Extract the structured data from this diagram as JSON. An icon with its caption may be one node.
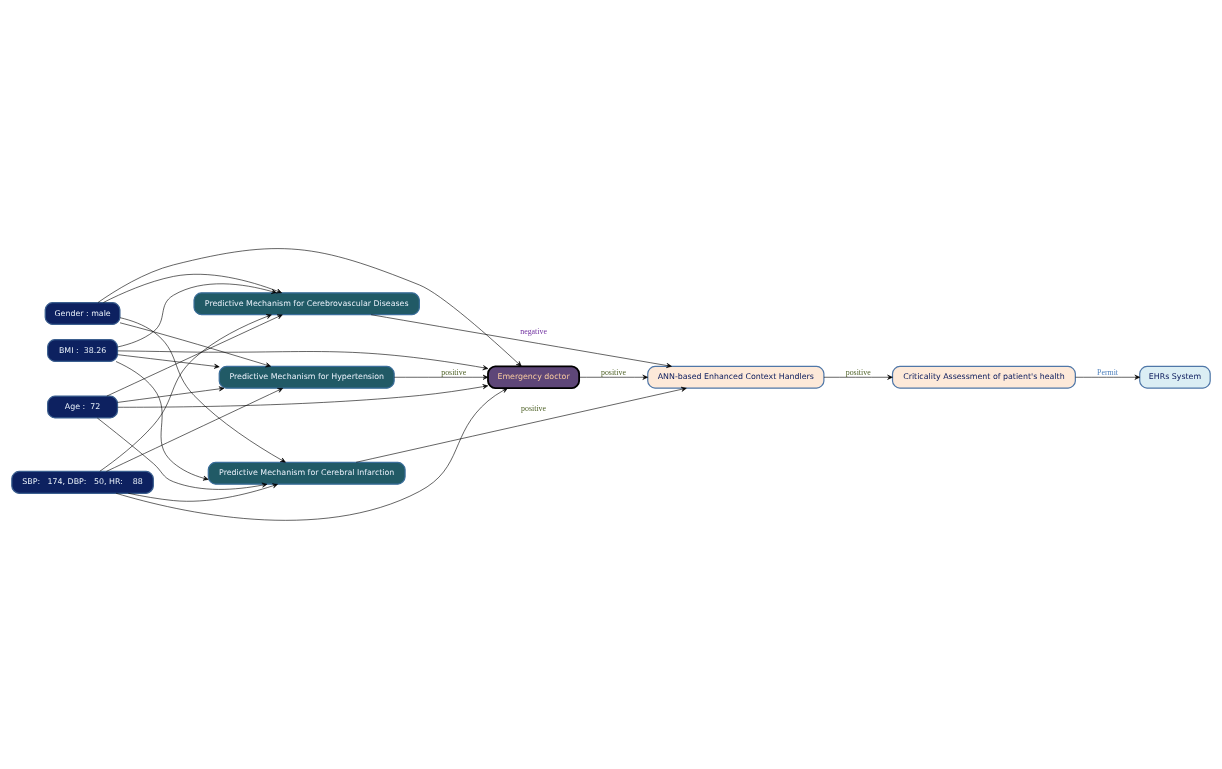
{
  "diagram": {
    "nodes": [
      {
        "text": [
          "SBP:   174, DBP:   50, HR:    88"
        ]
      },
      {
        "text": [
          "Age :  72"
        ]
      },
      {
        "text": [
          "BMI :  38.26"
        ]
      },
      {
        "text": [
          "Gender : male"
        ]
      },
      {
        "text": [
          "Predictive Mechanism for Hypertension"
        ]
      },
      {
        "text": [
          "Predictive Mechanism for Cerebral Infarction"
        ]
      },
      {
        "text": [
          "Predictive Mechanism for Cerebrovascular Diseases"
        ]
      },
      {
        "text": [
          "Emergency doctor"
        ]
      },
      {
        "text": [
          "ANN-based Enhanced Context Handlers"
        ]
      },
      {
        "text": [
          "Criticality Assessment of patient's health"
        ]
      },
      {
        "text": [
          "EHRs System"
        ]
      }
    ],
    "edges": [
      {
        "from": 0,
        "to": 4,
        "arrow": "to"
      },
      {
        "from": 0,
        "to": 5,
        "arrow": "to"
      },
      {
        "from": 0,
        "to": 6,
        "arrow": "to"
      },
      {
        "from": 0,
        "to": 7,
        "arrow": "to"
      },
      {
        "from": 1,
        "to": 4,
        "arrow": "to"
      },
      {
        "from": 1,
        "to": 5,
        "arrow": "to"
      },
      {
        "from": 1,
        "to": 6,
        "arrow": "to"
      },
      {
        "from": 1,
        "to": 7,
        "arrow": "to"
      },
      {
        "from": 2,
        "to": 4,
        "arrow": "to"
      },
      {
        "from": 2,
        "to": 5,
        "arrow": "to"
      },
      {
        "from": 2,
        "to": 6,
        "arrow": "to"
      },
      {
        "from": 2,
        "to": 7,
        "arrow": "to"
      },
      {
        "from": 3,
        "to": 4,
        "arrow": "to"
      },
      {
        "from": 3,
        "to": 5,
        "arrow": "to"
      },
      {
        "from": 3,
        "to": 6,
        "arrow": "to"
      },
      {
        "from": 3,
        "to": 7,
        "arrow": "to"
      },
      {
        "from": 4,
        "to": 7,
        "arrow": "to",
        "label": "positive"
      },
      {
        "from": 7,
        "to": 8,
        "arrow": "to",
        "label": "positive"
      },
      {
        "from": 5,
        "to": 8,
        "arrow": "to",
        "label": "positive"
      },
      {
        "from": 6,
        "to": 8,
        "arrow": "to",
        "label": "negative"
      },
      {
        "from": 8,
        "to": 9,
        "arrow": "to",
        "label": "positive"
      },
      {
        "from": 9,
        "to": 10,
        "arrow": "to",
        "label": "Permit"
      }
    ]
  }
}
